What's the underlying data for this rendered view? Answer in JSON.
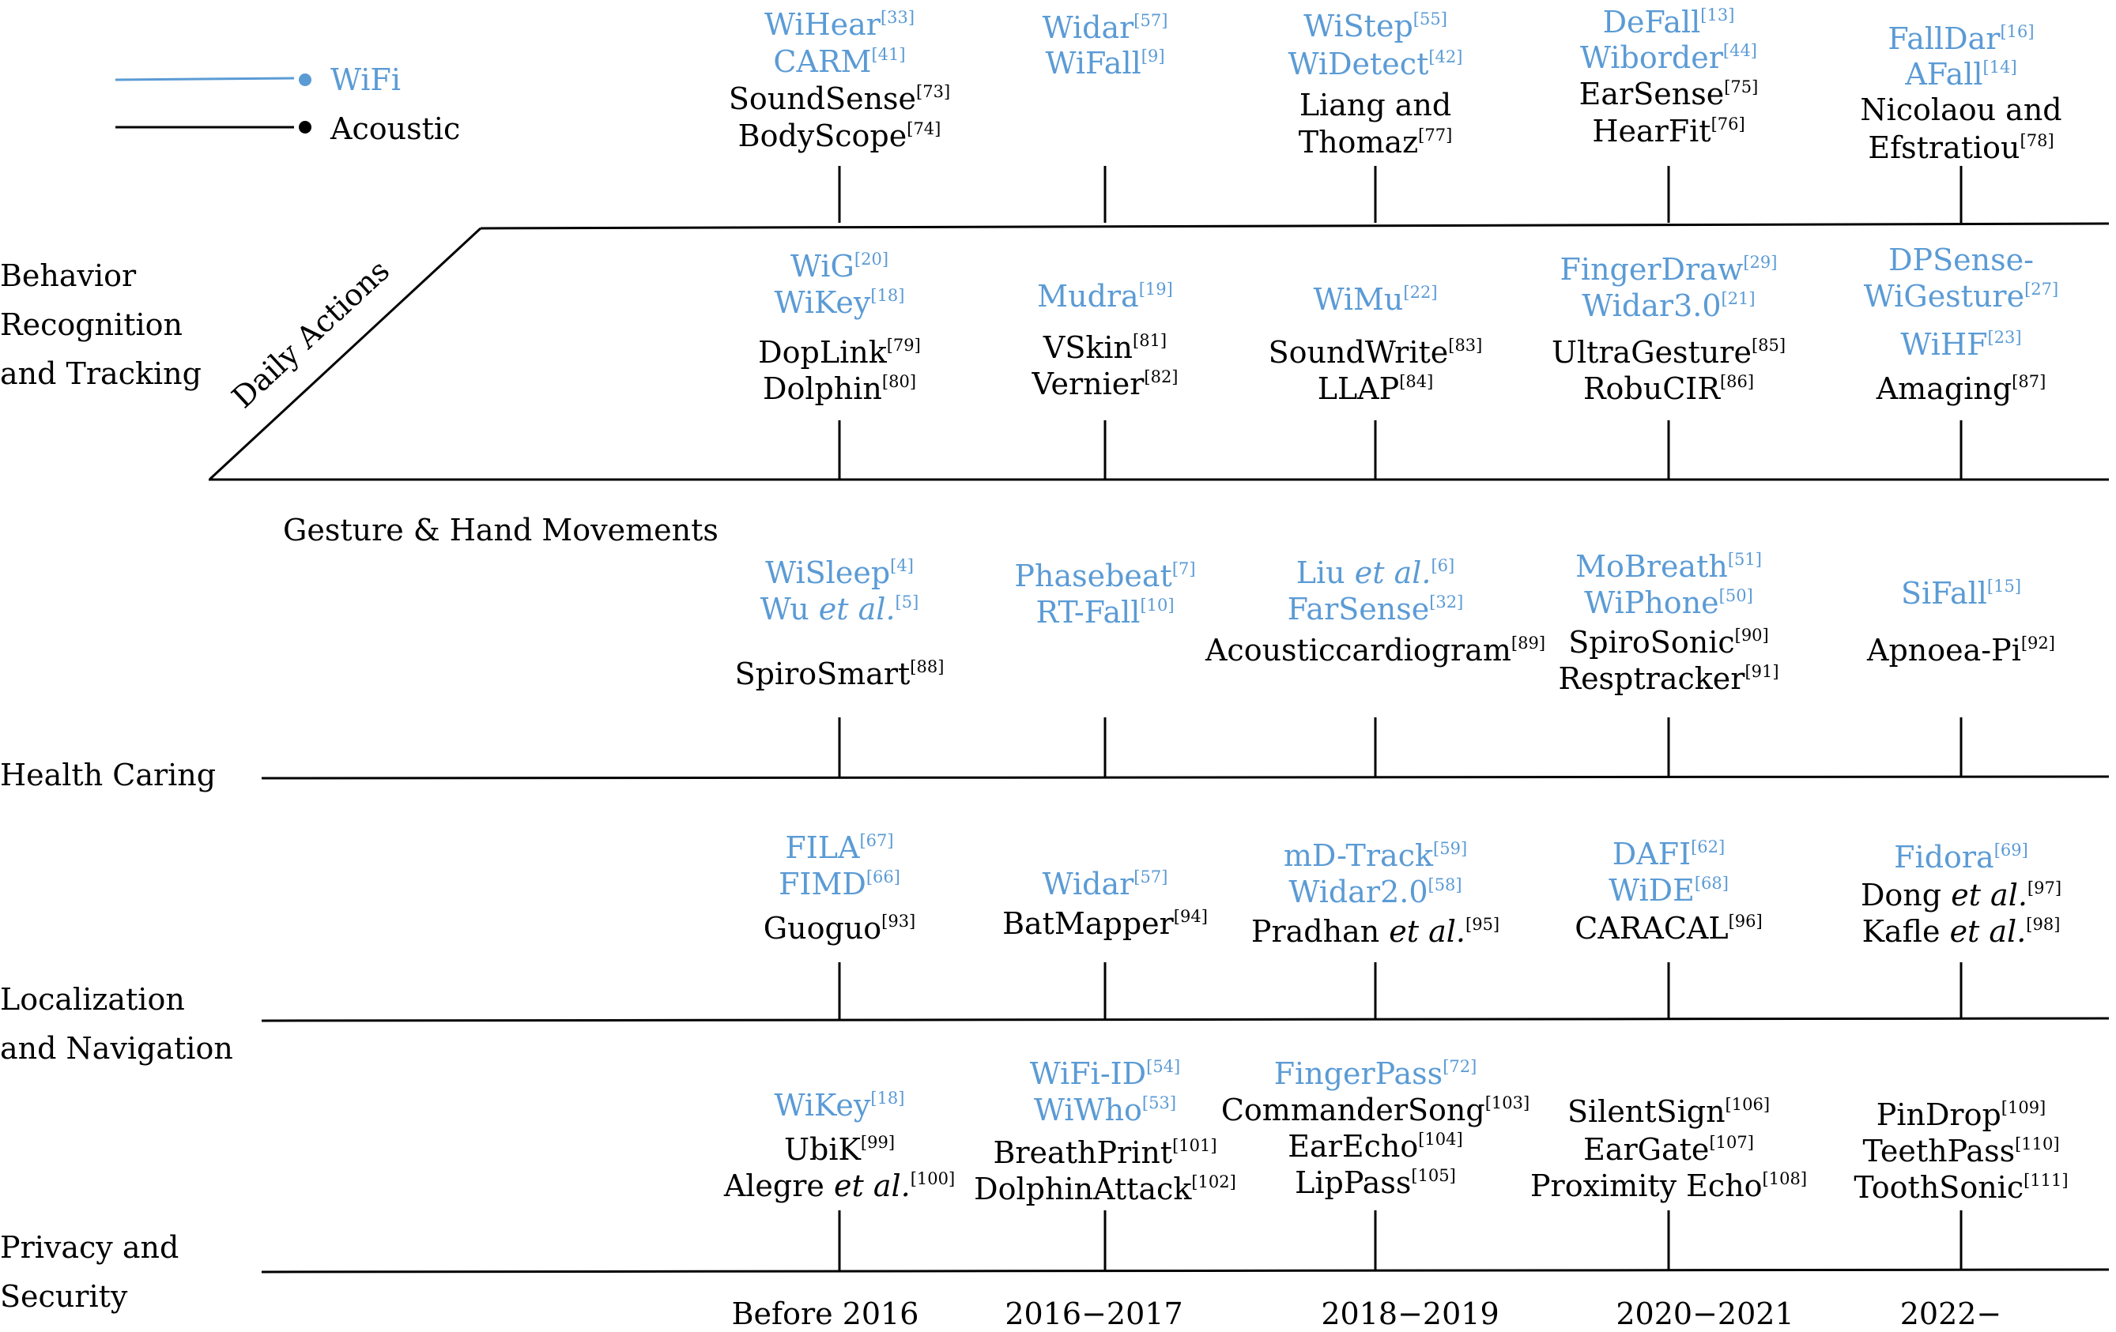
{
  "legend": {
    "wifi": {
      "label": "WiFi",
      "color": "#5b9bd5"
    },
    "acoustic": {
      "label": "Acoustic",
      "color": "#000000"
    }
  },
  "categories": {
    "behavior": [
      "Behavior",
      "Recognition",
      "and Tracking"
    ],
    "health": [
      "Health Caring"
    ],
    "localization": [
      "Localization",
      "and Navigation"
    ],
    "privacy": [
      "Privacy and",
      "Security"
    ]
  },
  "subcategories": {
    "daily": "Daily Actions",
    "gesture": "Gesture & Hand Movements"
  },
  "periods": [
    "Before 2016",
    "2016−2017",
    "2018−2019",
    "2020−2021",
    "2022−"
  ],
  "rows": [
    {
      "name": "daily-actions",
      "cells": [
        [
          {
            "t": "WiHear",
            "r": "[33]",
            "k": "wifi"
          },
          {
            "t": "CARM",
            "r": "[41]",
            "k": "wifi"
          },
          {
            "t": "SoundSense",
            "r": "[73]",
            "k": "acoustic"
          },
          {
            "t": "BodyScope",
            "r": "[74]",
            "k": "acoustic"
          }
        ],
        [
          {
            "t": "Widar",
            "r": "[57]",
            "k": "wifi"
          },
          {
            "t": "WiFall",
            "r": "[9]",
            "k": "wifi"
          }
        ],
        [
          {
            "t": "WiStep",
            "r": "[55]",
            "k": "wifi"
          },
          {
            "t": "WiDetect",
            "r": "[42]",
            "k": "wifi"
          },
          {
            "t": "Liang and",
            "r": "",
            "k": "acoustic"
          },
          {
            "t": "Thomaz",
            "r": "[77]",
            "k": "acoustic"
          }
        ],
        [
          {
            "t": "DeFall",
            "r": "[13]",
            "k": "wifi"
          },
          {
            "t": "Wiborder",
            "r": "[44]",
            "k": "wifi"
          },
          {
            "t": "EarSense",
            "r": "[75]",
            "k": "acoustic"
          },
          {
            "t": "HearFit",
            "r": "[76]",
            "k": "acoustic"
          }
        ],
        [
          {
            "t": "FallDar",
            "r": "[16]",
            "k": "wifi"
          },
          {
            "t": "AFall",
            "r": "[14]",
            "k": "wifi"
          },
          {
            "t": "Nicolaou and",
            "r": "",
            "k": "acoustic"
          },
          {
            "t": "Efstratiou",
            "r": "[78]",
            "k": "acoustic"
          }
        ]
      ]
    },
    {
      "name": "gesture",
      "cells": [
        [
          {
            "t": "WiG",
            "r": "[20]",
            "k": "wifi"
          },
          {
            "t": "WiKey",
            "r": "[18]",
            "k": "wifi"
          },
          {
            "t": "DopLink",
            "r": "[79]",
            "k": "acoustic"
          },
          {
            "t": "Dolphin",
            "r": "[80]",
            "k": "acoustic"
          }
        ],
        [
          {
            "t": "Mudra",
            "r": "[19]",
            "k": "wifi"
          },
          {
            "t": "VSkin",
            "r": "[81]",
            "k": "acoustic"
          },
          {
            "t": "Vernier",
            "r": "[82]",
            "k": "acoustic"
          }
        ],
        [
          {
            "t": "WiMu",
            "r": "[22]",
            "k": "wifi"
          },
          {
            "t": "SoundWrite",
            "r": "[83]",
            "k": "acoustic"
          },
          {
            "t": "LLAP",
            "r": "[84]",
            "k": "acoustic"
          }
        ],
        [
          {
            "t": "FingerDraw",
            "r": "[29]",
            "k": "wifi"
          },
          {
            "t": "Widar3.0",
            "r": "[21]",
            "k": "wifi"
          },
          {
            "t": "UltraGesture",
            "r": "[85]",
            "k": "acoustic"
          },
          {
            "t": "RobuCIR",
            "r": "[86]",
            "k": "acoustic"
          }
        ],
        [
          {
            "t": "DPSense-",
            "r": "",
            "k": "wifi"
          },
          {
            "t": "WiGesture",
            "r": "[27]",
            "k": "wifi"
          },
          {
            "t": "WiHF",
            "r": "[23]",
            "k": "wifi"
          },
          {
            "t": "Amaging",
            "r": "[87]",
            "k": "acoustic"
          }
        ]
      ]
    },
    {
      "name": "health",
      "cells": [
        [
          {
            "t": "WiSleep",
            "r": "[4]",
            "k": "wifi"
          },
          {
            "t": "Wu ",
            "i": "et al.",
            "r": "[5]",
            "k": "wifi"
          },
          {
            "t": "SpiroSmart",
            "r": "[88]",
            "k": "acoustic"
          }
        ],
        [
          {
            "t": "Phasebeat",
            "r": "[7]",
            "k": "wifi"
          },
          {
            "t": "RT-Fall",
            "r": "[10]",
            "k": "wifi"
          }
        ],
        [
          {
            "t": "Liu ",
            "i": "et al.",
            "r": "[6]",
            "k": "wifi"
          },
          {
            "t": "FarSense",
            "r": "[32]",
            "k": "wifi"
          },
          {
            "t": "Acousticcardiogram",
            "r": "[89]",
            "k": "acoustic"
          }
        ],
        [
          {
            "t": "MoBreath",
            "r": "[51]",
            "k": "wifi"
          },
          {
            "t": "WiPhone",
            "r": "[50]",
            "k": "wifi"
          },
          {
            "t": "SpiroSonic",
            "r": "[90]",
            "k": "acoustic"
          },
          {
            "t": "Resptracker",
            "r": "[91]",
            "k": "acoustic"
          }
        ],
        [
          {
            "t": "SiFall",
            "r": "[15]",
            "k": "wifi"
          },
          {
            "t": "Apnoea-Pi",
            "r": "[92]",
            "k": "acoustic"
          }
        ]
      ]
    },
    {
      "name": "localization",
      "cells": [
        [
          {
            "t": "FILA",
            "r": "[67]",
            "k": "wifi"
          },
          {
            "t": "FIMD",
            "r": "[66]",
            "k": "wifi"
          },
          {
            "t": "Guoguo",
            "r": "[93]",
            "k": "acoustic"
          }
        ],
        [
          {
            "t": "Widar",
            "r": "[57]",
            "k": "wifi"
          },
          {
            "t": "BatMapper",
            "r": "[94]",
            "k": "acoustic"
          }
        ],
        [
          {
            "t": "mD-Track",
            "r": "[59]",
            "k": "wifi"
          },
          {
            "t": "Widar2.0",
            "r": "[58]",
            "k": "wifi"
          },
          {
            "t": "Pradhan ",
            "i": "et al.",
            "r": "[95]",
            "k": "acoustic"
          }
        ],
        [
          {
            "t": "DAFI",
            "r": "[62]",
            "k": "wifi"
          },
          {
            "t": "WiDE",
            "r": "[68]",
            "k": "wifi"
          },
          {
            "t": "CARACAL",
            "r": "[96]",
            "k": "acoustic"
          }
        ],
        [
          {
            "t": "Fidora",
            "r": "[69]",
            "k": "wifi"
          },
          {
            "t": "Dong ",
            "i": "et al.",
            "r": "[97]",
            "k": "acoustic"
          },
          {
            "t": "Kafle ",
            "i": "et al.",
            "r": "[98]",
            "k": "acoustic"
          }
        ]
      ]
    },
    {
      "name": "privacy",
      "cells": [
        [
          {
            "t": "WiKey",
            "r": "[18]",
            "k": "wifi"
          },
          {
            "t": "UbiK",
            "r": "[99]",
            "k": "acoustic"
          },
          {
            "t": "Alegre ",
            "i": "et al.",
            "r": "[100]",
            "k": "acoustic"
          }
        ],
        [
          {
            "t": "WiFi-ID",
            "r": "[54]",
            "k": "wifi"
          },
          {
            "t": "WiWho",
            "r": "[53]",
            "k": "wifi"
          },
          {
            "t": "BreathPrint",
            "r": "[101]",
            "k": "acoustic"
          },
          {
            "t": "DolphinAttack",
            "r": "[102]",
            "k": "acoustic"
          }
        ],
        [
          {
            "t": "FingerPass",
            "r": "[72]",
            "k": "wifi"
          },
          {
            "t": "CommanderSong",
            "r": "[103]",
            "k": "acoustic"
          },
          {
            "t": "EarEcho",
            "r": "[104]",
            "k": "acoustic"
          },
          {
            "t": "LipPass",
            "r": "[105]",
            "k": "acoustic"
          }
        ],
        [
          {
            "t": "SilentSign",
            "r": "[106]",
            "k": "acoustic"
          },
          {
            "t": "EarGate",
            "r": "[107]",
            "k": "acoustic"
          },
          {
            "t": "Proximity Echo",
            "r": "[108]",
            "k": "acoustic"
          }
        ],
        [
          {
            "t": "PinDrop",
            "r": "[109]",
            "k": "acoustic"
          },
          {
            "t": "TeethPass",
            "r": "[110]",
            "k": "acoustic"
          },
          {
            "t": "ToothSonic",
            "r": "[111]",
            "k": "acoustic"
          }
        ]
      ]
    }
  ]
}
